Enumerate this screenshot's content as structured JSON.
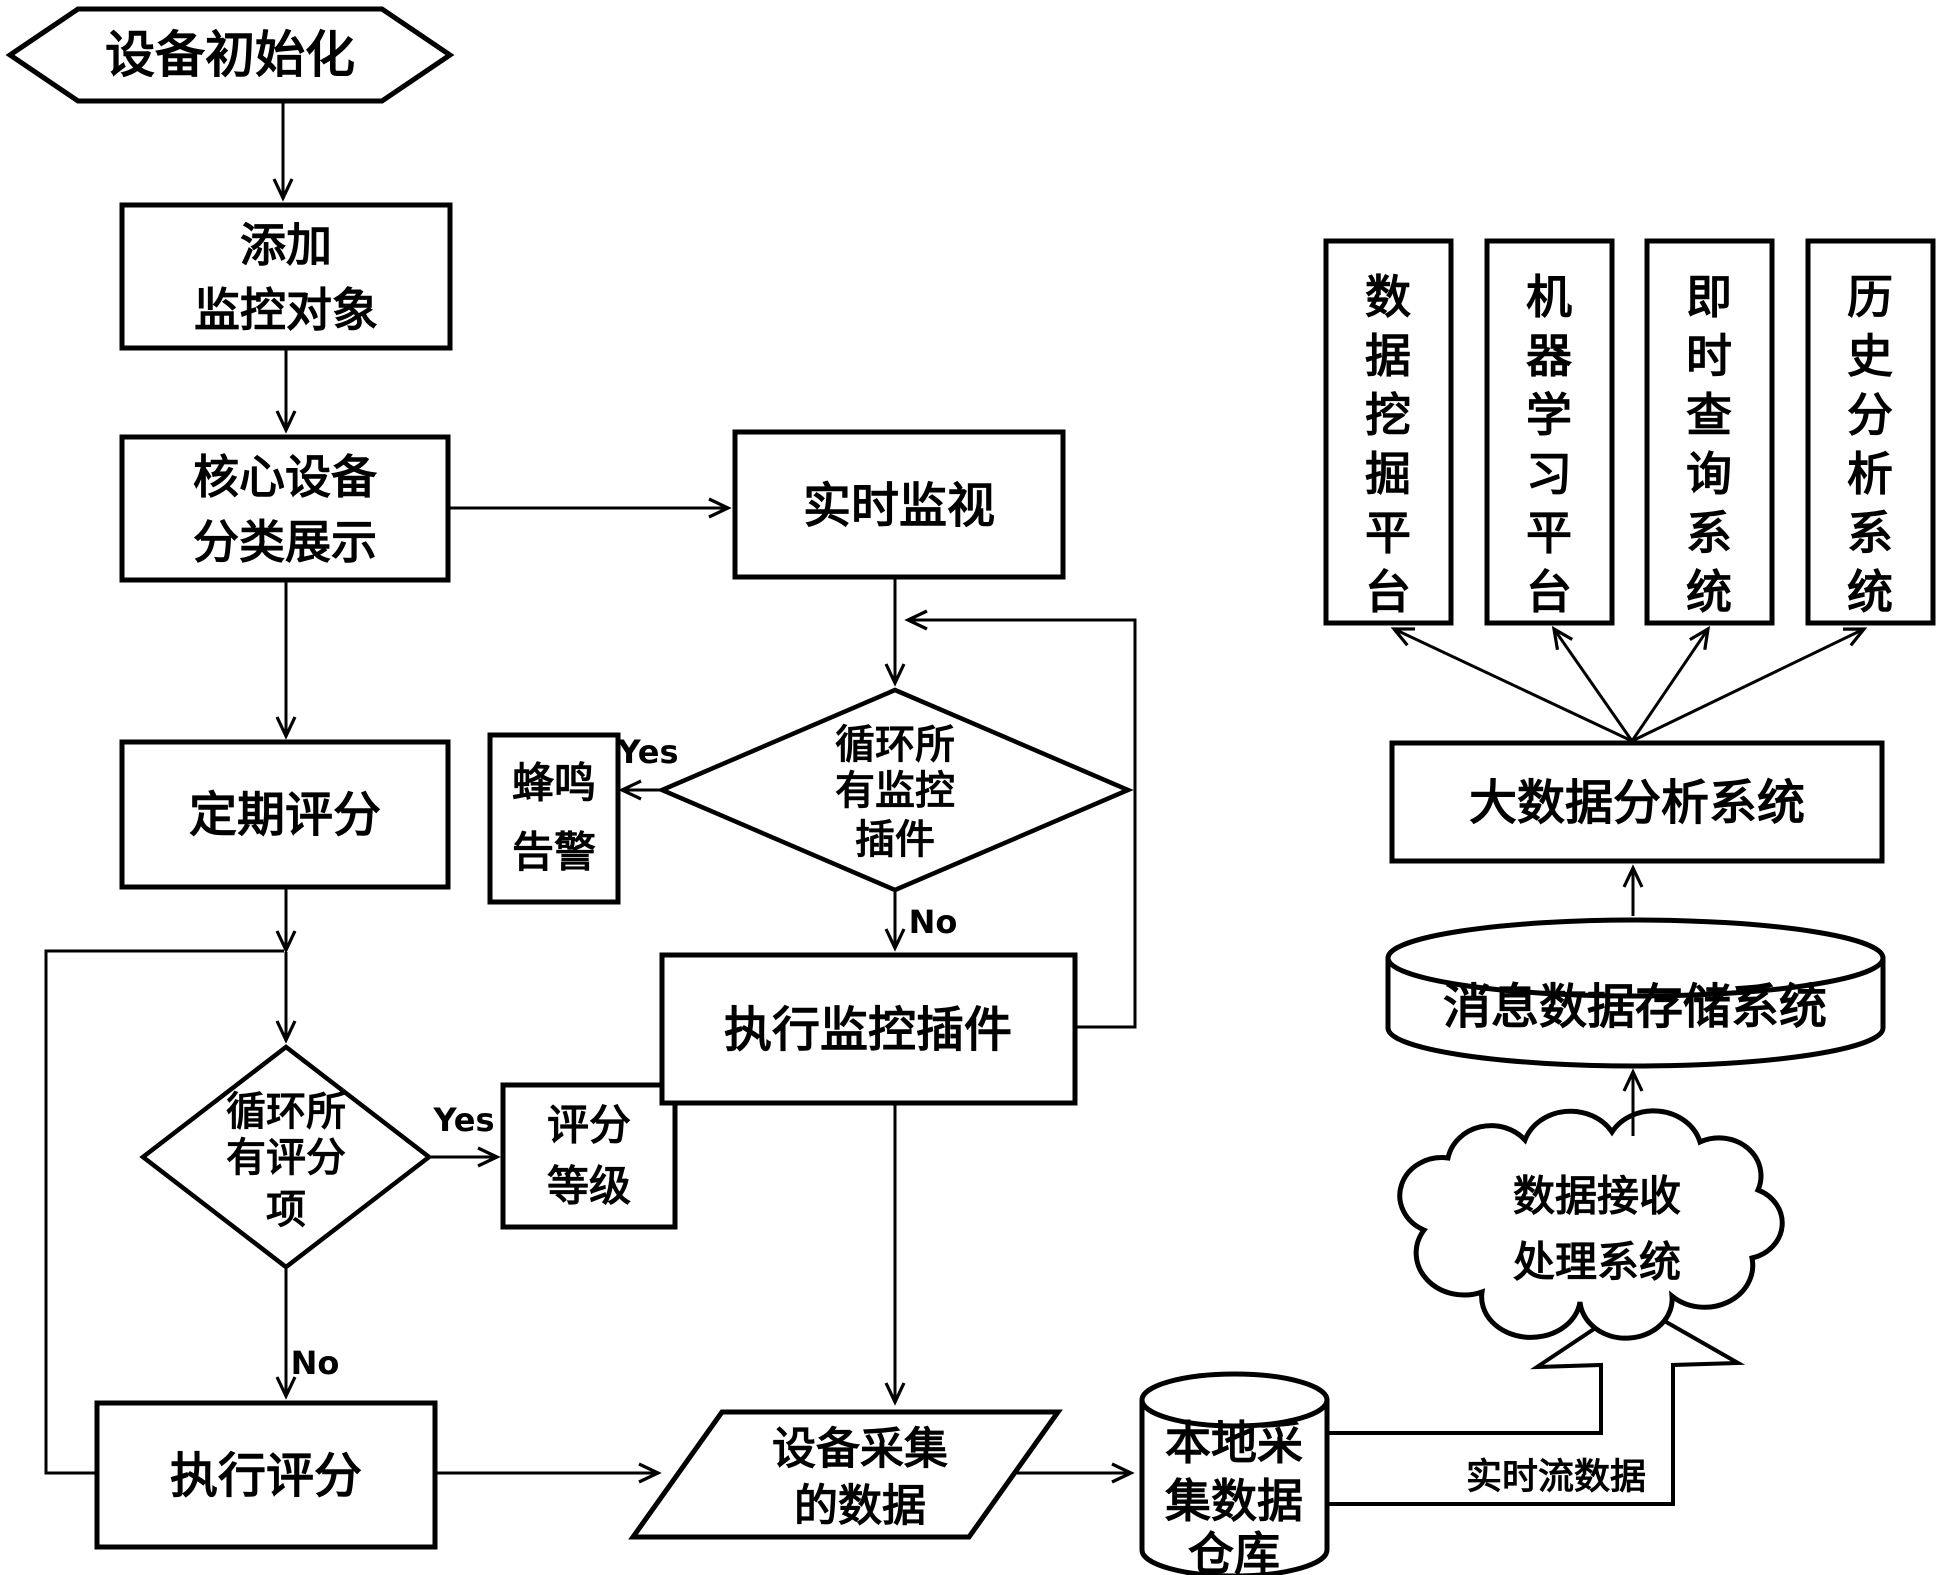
{
  "colors": {
    "stroke": "#000000",
    "fill": "#ffffff",
    "background": "#ffffff"
  },
  "labels": {
    "yes": "Yes",
    "no": "No",
    "stream": "实时流数据"
  },
  "nodes": {
    "device_init": {
      "shape": "hexagon",
      "label": "设备初始化"
    },
    "add_monitor": {
      "shape": "rect",
      "lines": [
        "添加",
        "监控对象"
      ]
    },
    "core_display": {
      "shape": "rect",
      "lines": [
        "核心设备",
        "分类展示"
      ]
    },
    "realtime_monitor": {
      "shape": "rect",
      "label": "实时监视"
    },
    "periodic_score": {
      "shape": "rect",
      "label": "定期评分"
    },
    "loop_score_items": {
      "shape": "diamond",
      "lines": [
        "循环所",
        "有评分",
        "项"
      ]
    },
    "score_level": {
      "shape": "rect",
      "lines": [
        "评分",
        "等级"
      ]
    },
    "exec_score": {
      "shape": "rect",
      "label": "执行评分"
    },
    "loop_monitor_plugins": {
      "shape": "diamond",
      "lines": [
        "循环所",
        "有监控",
        "插件"
      ]
    },
    "buzzer_alarm": {
      "shape": "rect",
      "lines": [
        "蜂鸣",
        "告警"
      ]
    },
    "exec_monitor_plugin": {
      "shape": "rect",
      "label": "执行监控插件"
    },
    "device_collected_data": {
      "shape": "parallelogram",
      "lines": [
        "设备采集",
        "的数据"
      ]
    },
    "local_data_warehouse": {
      "shape": "cylinder",
      "lines": [
        "本地采",
        "集数据",
        "仓库"
      ]
    },
    "data_receive_cloud": {
      "shape": "cloud",
      "lines": [
        "数据接收",
        "处理系统"
      ]
    },
    "message_storage": {
      "shape": "cylinder",
      "label": "消息数据存储系统"
    },
    "bigdata_analysis": {
      "shape": "rect",
      "label": "大数据分析系统"
    },
    "platforms": [
      {
        "shape": "rect-vertical",
        "label": "数据挖掘平台"
      },
      {
        "shape": "rect-vertical",
        "label": "机器学习平台"
      },
      {
        "shape": "rect-vertical",
        "label": "即时查询系统"
      },
      {
        "shape": "rect-vertical",
        "label": "历史分析系统"
      }
    ]
  }
}
